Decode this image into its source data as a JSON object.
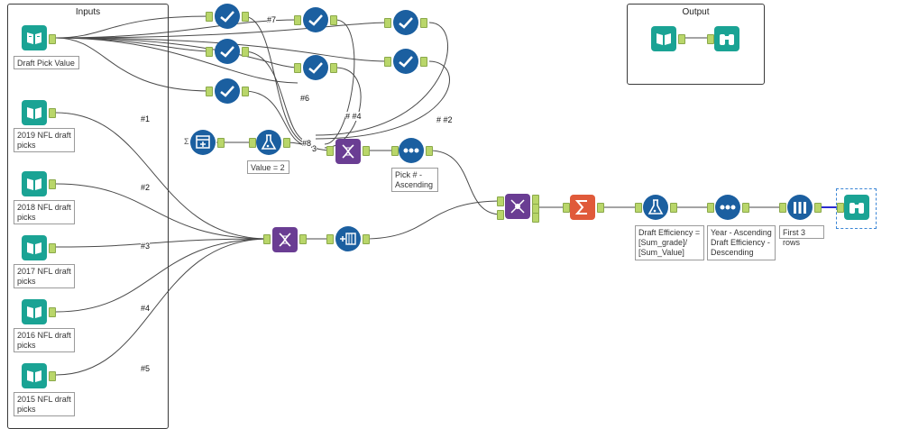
{
  "containers": {
    "inputs": {
      "title": "Inputs"
    },
    "output": {
      "title": "Output"
    }
  },
  "tools": {
    "draft_pick_value": {
      "label": "Draft Pick Value",
      "icon": "book-icon"
    },
    "nfl_2019": {
      "label": "2019 NFL draft picks",
      "icon": "book-icon"
    },
    "nfl_2018": {
      "label": "2018 NFL draft picks",
      "icon": "book-icon"
    },
    "nfl_2017": {
      "label": "2017 NFL draft picks",
      "icon": "book-icon"
    },
    "nfl_2016": {
      "label": "2016 NFL draft picks",
      "icon": "book-icon"
    },
    "nfl_2015": {
      "label": "2015 NFL draft picks",
      "icon": "book-icon"
    },
    "formula_value": {
      "label": "Value = 2",
      "icon": "flask-icon"
    },
    "sort_pick": {
      "label": "Pick # - Ascending",
      "icon": "dots-icon"
    },
    "formula_efficiency": {
      "label": "Draft Efficiency = [Sum_grade]/ [Sum_Value]",
      "icon": "flask-icon"
    },
    "sort_year": {
      "label": "Year - Ascending Draft Efficiency - Descending",
      "icon": "dots-icon"
    },
    "sample_first": {
      "label": "First 3 rows",
      "icon": "sample-icon"
    }
  },
  "wire_labels": {
    "w1": "#1",
    "w2": "#2",
    "w3": "#3",
    "w4": "#4",
    "w5": "#5",
    "w6": "#6",
    "w7": "#7",
    "w8": "#8",
    "w3b": "3",
    "wh4": "# #4",
    "wh2": "# #2"
  },
  "colors": {
    "input_teal": "#1aa394",
    "tool_blue": "#1b5fa0",
    "union_purple": "#6a3d93",
    "summarize_orange": "#e05a3a",
    "anchor_green": "#b9d66a",
    "selection_blue": "#3b86d6"
  }
}
